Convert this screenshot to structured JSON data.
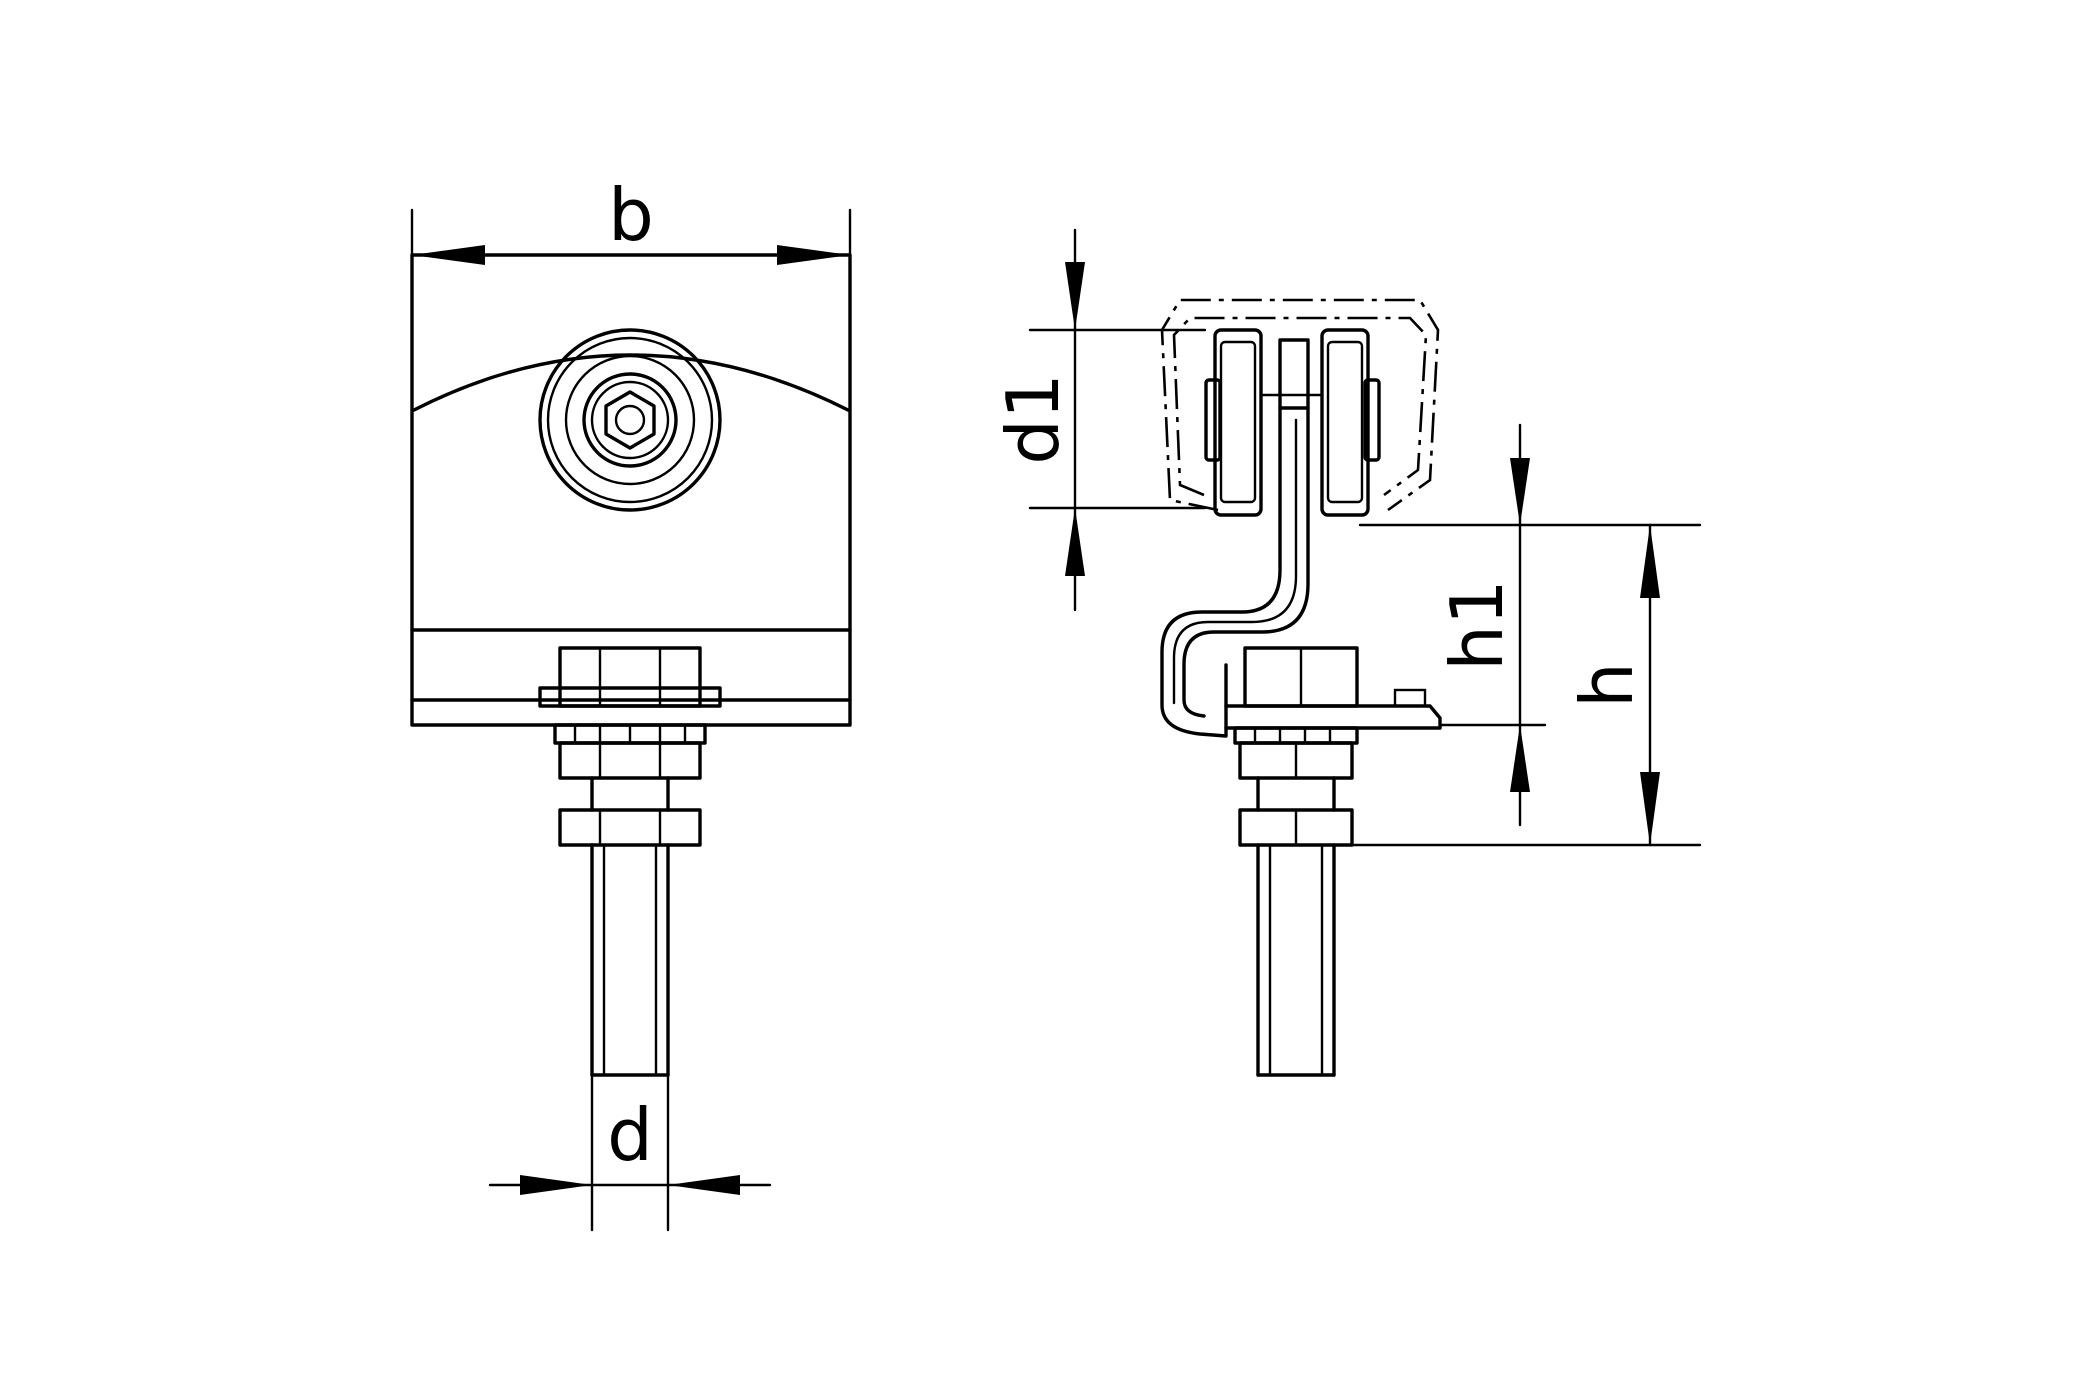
{
  "labels": {
    "b": "b",
    "d": "d",
    "d1": "d1",
    "h1": "h1",
    "h": "h"
  },
  "colors": {
    "line": "#000000",
    "background": "#ffffff"
  }
}
